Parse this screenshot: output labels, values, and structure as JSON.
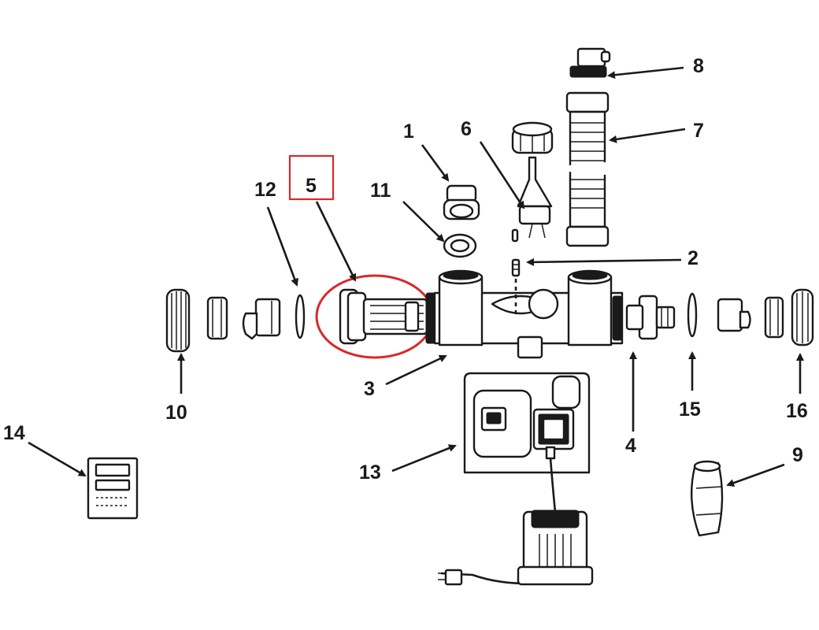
{
  "diagram": {
    "callouts": [
      "1",
      "2",
      "3",
      "4",
      "5",
      "6",
      "7",
      "8",
      "9",
      "10",
      "11",
      "12",
      "13",
      "14",
      "15",
      "16"
    ],
    "highlight_color": "#d62a2a"
  }
}
